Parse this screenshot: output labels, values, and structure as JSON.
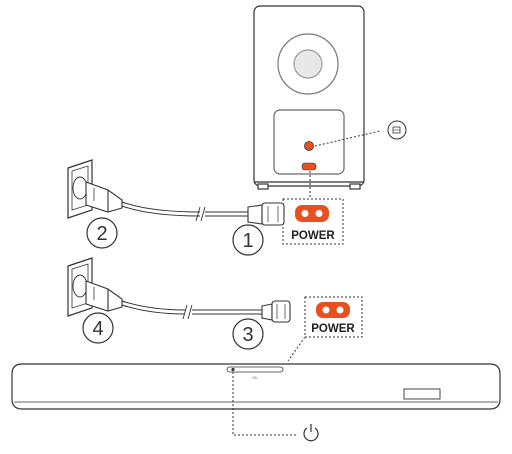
{
  "diagram": {
    "step_labels": [
      "1",
      "2",
      "3",
      "4"
    ],
    "subwoofer_power_label": "POWER",
    "soundbar_power_label": "POWER",
    "soundbar_logo": "JBL",
    "accent_color": "#e8501f",
    "line_color": "#333333"
  }
}
